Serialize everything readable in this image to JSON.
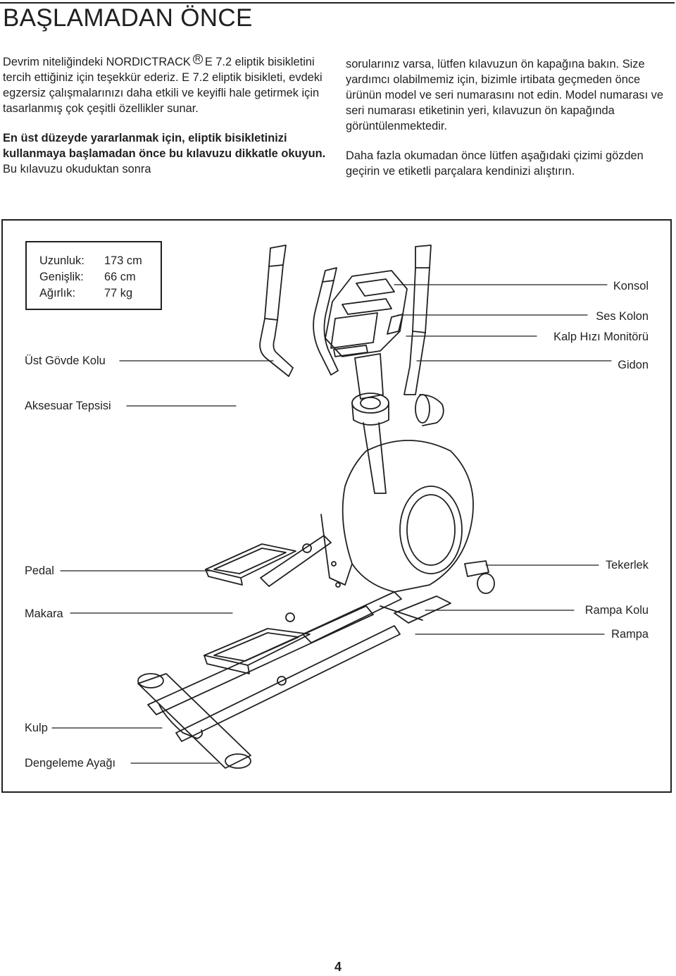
{
  "page": {
    "title": "BAŞLAMADAN ÖNCE",
    "page_number": "4"
  },
  "intro": {
    "p1_start": "Devrim niteliğindeki NORDICTRACK",
    "reg_mark": "R",
    "p1_end": "E 7.2 eliptik bisikletini tercih ettiğiniz için teşekkür ederiz. E 7.2 eliptik bisikleti, evdeki egzersiz çalışmalarınızı daha etkili ve keyifli hale getirmek için tasarlanmış çok çeşitli özellikler sunar.",
    "p2_bold": "En üst düzeyde yararlanmak için, eliptik bisikletinizi kullanmaya başlamadan önce bu kılavuzu dikkatle okuyun.",
    "p2_rest": " Bu kılavuzu okuduktan sonra",
    "p3": "sorularınız varsa, lütfen kılavuzun ön kapağına bakın. Size yardımcı olabilmemiz için, bizimle irtibata geçmeden önce ürünün model ve seri numarasını not edin. Model numarası ve seri numarası etiketinin yeri, kılavuzun ön kapağında görüntülenmektedir.",
    "p4": "Daha fazla okumadan önce lütfen aşağıdaki çizimi gözden geçirin ve etiketli parçalara kendinizi alıştırın."
  },
  "specs": {
    "length_label": "Uzunluk:",
    "length_value": "173 cm",
    "width_label": "Genişlik:",
    "width_value": "66 cm",
    "weight_label": "Ağırlık:",
    "weight_value": "77 kg"
  },
  "labels": {
    "ust_govde_kolu": "Üst Gövde Kolu",
    "aksesuar_tepsisi": "Aksesuar Tepsisi",
    "pedal": "Pedal",
    "makara": "Makara",
    "kulp": "Kulp",
    "dengeleme_ayagi": "Dengeleme Ayağı",
    "konsol": "Konsol",
    "ses_kolon": "Ses Kolon",
    "kalp_hizi_monitoru": "Kalp Hızı Monitörü",
    "gidon": "Gidon",
    "tekerlek": "Tekerlek",
    "rampa_kolu": "Rampa Kolu",
    "rampa": "Rampa"
  }
}
